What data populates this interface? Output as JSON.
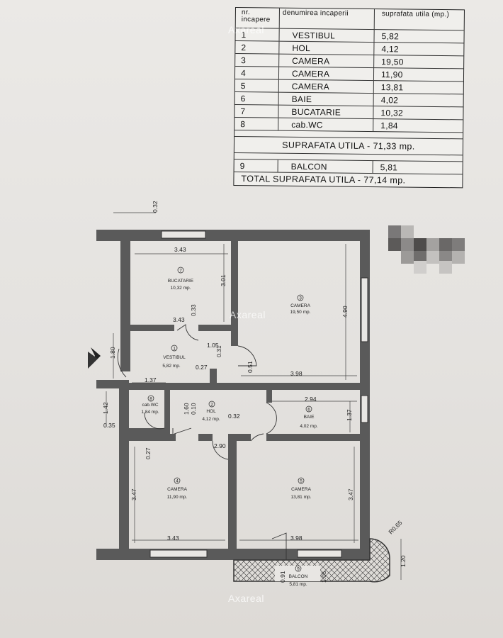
{
  "table": {
    "headers": {
      "nr": "nr. incapere",
      "name": "denumirea incaperii",
      "area": "suprafata utila (mp.)"
    },
    "rows": [
      {
        "nr": "1",
        "name": "VESTIBUL",
        "area": "5,82"
      },
      {
        "nr": "2",
        "name": "HOL",
        "area": "4,12"
      },
      {
        "nr": "3",
        "name": "CAMERA",
        "area": "19,50"
      },
      {
        "nr": "4",
        "name": "CAMERA",
        "area": "11,90"
      },
      {
        "nr": "5",
        "name": "CAMERA",
        "area": "13,81"
      },
      {
        "nr": "6",
        "name": "BAIE",
        "area": "4,02"
      },
      {
        "nr": "7",
        "name": "BUCATARIE",
        "area": "10,32"
      },
      {
        "nr": "8",
        "name": "cab.WC",
        "area": "1,84"
      }
    ],
    "subtotal": "SUPRAFATA UTILA - 71,33 mp.",
    "balcony": {
      "nr": "9",
      "name": "BALCON",
      "area": "5,81"
    },
    "total": "TOTAL  SUPRAFATA UTILA - 77,14 mp."
  },
  "plan": {
    "rooms": {
      "bucatarie": {
        "num": "7",
        "name": "BUCATARIE",
        "area": "10,32 mp."
      },
      "camera3": {
        "num": "3",
        "name": "CAMERA",
        "area": "19,50 mp."
      },
      "vestibul": {
        "num": "1",
        "name": "VESTIBUL",
        "area": "5,82 mp."
      },
      "wc": {
        "num": "8",
        "name": "cab.WC",
        "area": "1,84 mp."
      },
      "hol": {
        "num": "2",
        "name": "HOL",
        "area": "4,12 mp."
      },
      "baie": {
        "num": "6",
        "name": "BAIE",
        "area": "4,02 mp."
      },
      "camera4": {
        "num": "4",
        "name": "CAMERA",
        "area": "11,90 mp."
      },
      "camera5": {
        "num": "5",
        "name": "CAMERA",
        "area": "13,81 mp."
      },
      "balcon": {
        "num": "9",
        "name": "BALCON",
        "area": "5,81 mp."
      }
    },
    "dims": {
      "top_wall": "0.32",
      "kitchen_w": "3.43",
      "kitchen_h": "3.01",
      "kitchen_bottom": "3.43",
      "kitchen_door": "0.33",
      "camera3_h": "4.90",
      "camera3_w": "3.98",
      "vest_h": "1.80",
      "vest_w": "1.05",
      "vest_a": "0.27",
      "vest_b": "0.31",
      "vest_c": "0.51",
      "vest_left": "1.37",
      "wc_h": "1.42",
      "wc_a": "0.35",
      "hol_a": "1.60",
      "hol_b": "0.10",
      "hol_c": "0.32",
      "hol_w": "2.90",
      "baie_w": "2.94",
      "baie_h": "1.37",
      "cam4_a": "0.27",
      "cam4_h": "3.47",
      "cam4_w": "3.43",
      "cam5_h": "3.47",
      "cam5_w": "3.98",
      "balc_a": "0.91",
      "balc_b": "1.05",
      "balc_r": "R0.65",
      "balc_h": "1.20"
    }
  },
  "watermark": "Axareal",
  "colors": {
    "paper": "#e6e4e1",
    "wall": "#4a4a4a",
    "ink": "#222222"
  }
}
